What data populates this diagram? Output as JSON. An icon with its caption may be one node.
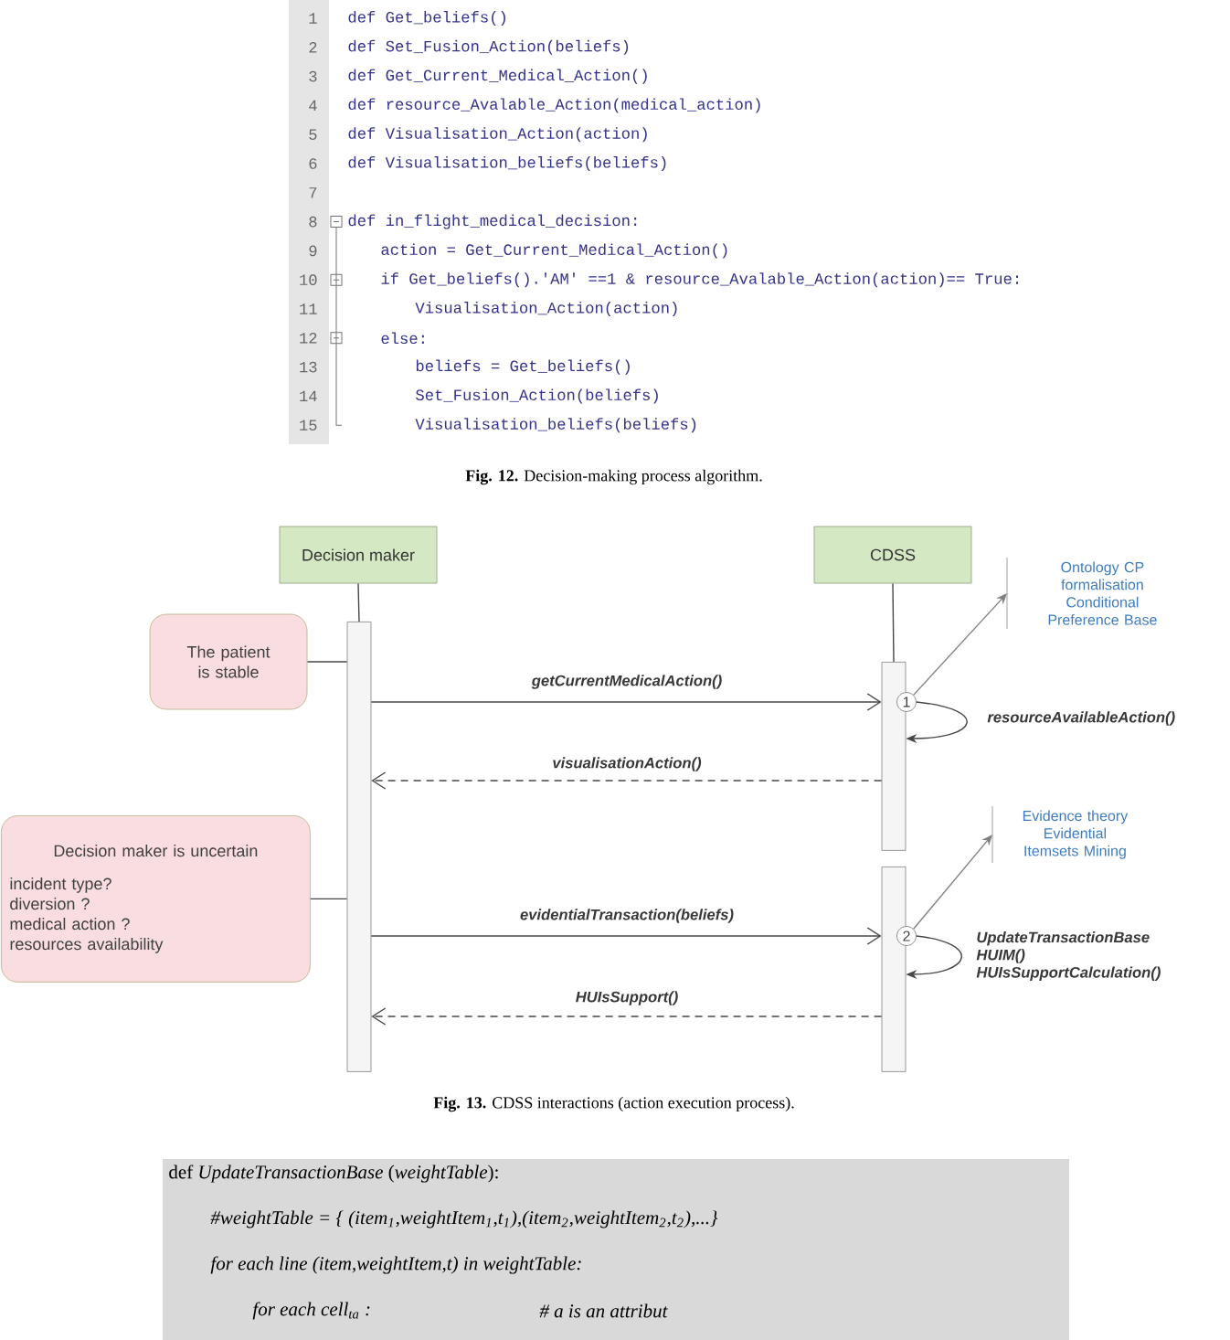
{
  "diagram": {
    "caption": "**Fig. 13.** CDSS interactions (action execution process).",
    "nodes": [
      {
        "text": [
          "Decision maker"
        ]
      },
      {
        "text": [
          "CDSS"
        ]
      },
      {
        "text": [],
        "shape": "bar"
      },
      {
        "text": [],
        "shape": "bar"
      },
      {
        "text": [],
        "shape": "bar"
      },
      {
        "text": [
          "The patient is stable"
        ]
      },
      {
        "text": [
          "Decision maker is uncertain",
          "incident type?",
          "diversion ?",
          "medical action ?",
          "resources availability"
        ]
      },
      {
        "text": [
          "1"
        ]
      },
      {
        "text": [
          "2"
        ]
      },
      {
        "text": [
          "Ontology CP formalisation Conditional Preference Base"
        ]
      },
      {
        "text": [
          "Evidence theory Evidential Itemsets Mining"
        ]
      }
    ],
    "edges": [
      {
        "from": 0,
        "to": 2,
        "arrow": "none"
      },
      {
        "from": 1,
        "to": 3,
        "arrow": "none"
      },
      {
        "from": 5,
        "to": 2,
        "arrow": "none"
      },
      {
        "from": 6,
        "to": 2,
        "arrow": "none"
      },
      {
        "from": 2,
        "to": 3,
        "arrow": "to",
        "label": "getCurrentMedicalAction()"
      },
      {
        "from": 3,
        "to": 2,
        "arrow": "to",
        "label": "visualisationAction()",
        "style": "dashed"
      },
      {
        "from": 7,
        "to": 3,
        "arrow": "to",
        "label": "resourceAvailableAction()"
      },
      {
        "from": 7,
        "to": 9,
        "arrow": "to",
        "color": "#808080"
      },
      {
        "from": 2,
        "to": 4,
        "arrow": "to",
        "label": "evidentialTransaction(beliefs)"
      },
      {
        "from": 4,
        "to": 2,
        "arrow": "to",
        "label": "HUIsSupport()",
        "style": "dashed"
      },
      {
        "from": 8,
        "to": 4,
        "arrow": "to",
        "label": "UpdateTransactionBase HUIM() HUIsSupportCalculation()"
      },
      {
        "from": 8,
        "to": 10,
        "arrow": "to",
        "color": "#808080"
      }
    ],
    "labels": [
      "1",
      "def Get_beliefs()",
      "2",
      "def Set_Fusion_Action(beliefs)",
      "3",
      "def Get_Current_Medical_Action()",
      "4",
      "def resource_Avalable_Action(medical_action)",
      "5",
      "def Visualisation_Action(action)",
      "6",
      "def Visualisation_beliefs(beliefs)",
      "7",
      "8",
      "def in_flight_medical_decision:",
      "9",
      "action = Get_Current_Medical_Action()",
      "10",
      "if Get_beliefs().'AM' ==1 & resource_Avalable_Action(action)== True:",
      "11",
      "Visualisation_Action(action)",
      "12",
      "else:",
      "13",
      "beliefs = Get_beliefs()",
      "14",
      "Set_Fusion_Action(beliefs)",
      "15",
      "Visualisation_beliefs(beliefs)",
      "**Fig. 12.** Decision-making process algorithm.",
      "def *UpdateTransactionBase* (*weightTable*):",
      "#weightTable = { (item$_{1}$,weightItem$_{1}$,t$_{1}$),(item$_{2}$,weightItem$_{2}$,t$_{2}$),...}",
      "for each line (item,weightItem,t) in weightTable:",
      "for each cell$_{ta}$ :",
      "# a is an attribut"
    ]
  }
}
